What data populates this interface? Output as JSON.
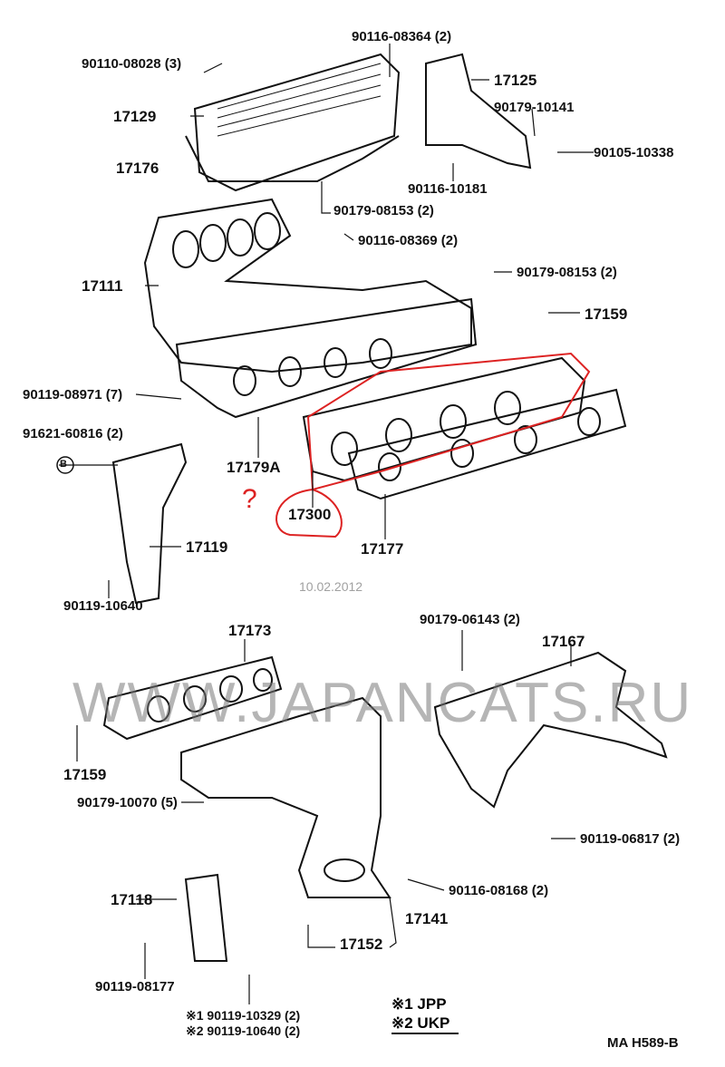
{
  "labels": [
    "90110-08028 (3)",
    "90116-08364 (2)",
    "17125",
    "17129",
    "90179-10141",
    "17176",
    "90105-10338",
    "90116-10181",
    "90179-08153 (2)",
    "90116-08369 (2)",
    "90179-08153 (2)",
    "17111",
    "17159",
    "90119-08971 (7)",
    "91621-60816 (2)",
    "17179A",
    "17300",
    "17177",
    "17119",
    "90119-10640",
    "90179-06143 (2)",
    "17167",
    "17173",
    "17159",
    "90179-10070 (5)",
    "90119-06817 (2)",
    "17118",
    "90116-08168 (2)",
    "17141",
    "17152",
    "90119-08177",
    "※1 90119-10329 (2)",
    "※2 90119-10640 (2)"
  ],
  "circle_ref": "B",
  "legend": [
    "※1 JPP",
    "※2 UKP"
  ],
  "diagram_code": "MA H589-B",
  "watermark": "WWW.JAPANCATS.RU",
  "watermark_date": "10.02.2012",
  "annotation": "?",
  "colors": {
    "annotation": "#dd2222",
    "ink": "#111111",
    "watermark": "#888888"
  }
}
